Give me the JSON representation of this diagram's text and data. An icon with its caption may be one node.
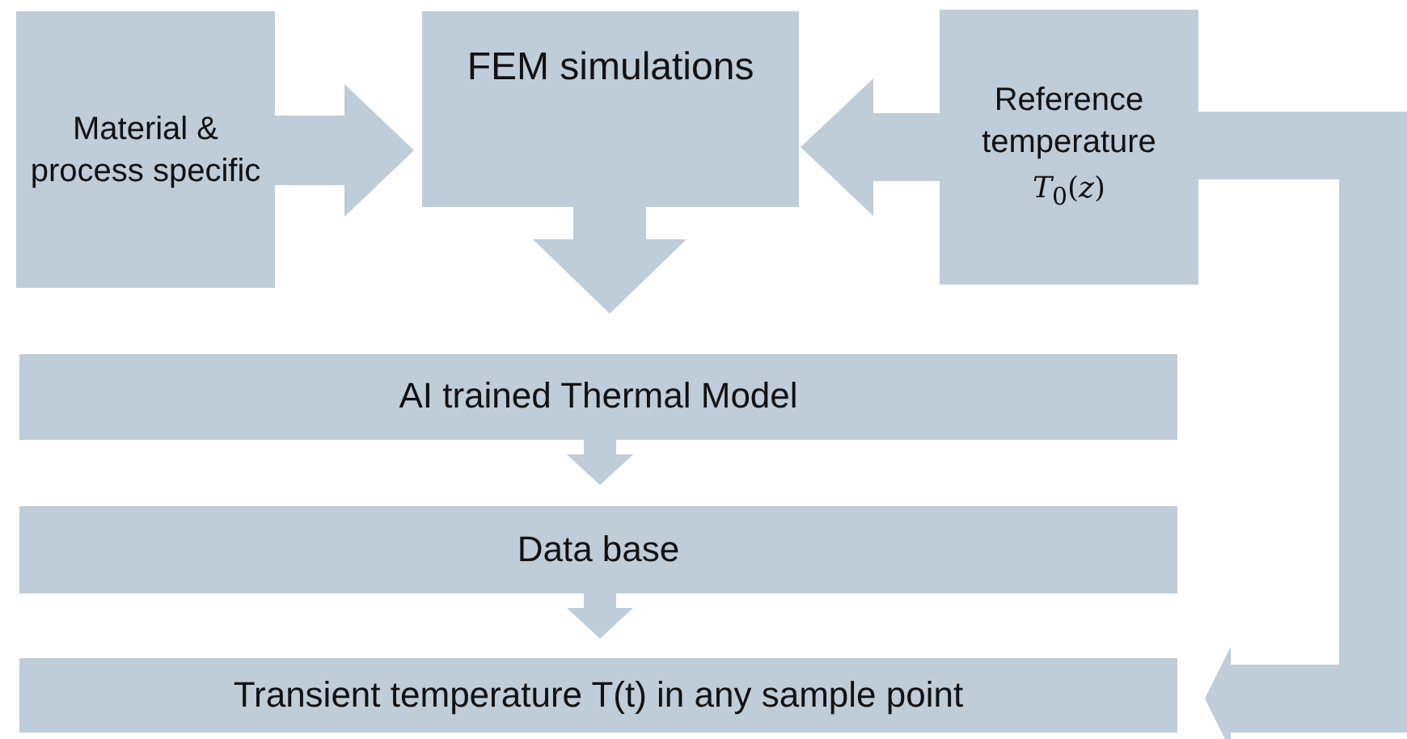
{
  "diagram": {
    "nodes": [
      {
        "text": [
          "Material & process specific"
        ]
      },
      {
        "text": [
          "FEM simulations"
        ]
      },
      {
        "text": [
          "Reference temperature",
          "*T*$_{0}$(*z*)"
        ]
      },
      {
        "text": [
          "AI trained Thermal Model"
        ]
      },
      {
        "text": [
          "Data base"
        ]
      },
      {
        "text": [
          "Transient temperature T(t) in any sample point"
        ]
      }
    ],
    "edges": [
      {
        "from": 0,
        "to": 1,
        "arrow": "to"
      },
      {
        "from": 2,
        "to": 1,
        "arrow": "to"
      },
      {
        "from": 1,
        "to": 3,
        "arrow": "to"
      },
      {
        "from": 3,
        "to": 4,
        "arrow": "to"
      },
      {
        "from": 4,
        "to": 5,
        "arrow": "to"
      },
      {
        "from": 2,
        "to": 5,
        "arrow": "to"
      }
    ]
  }
}
